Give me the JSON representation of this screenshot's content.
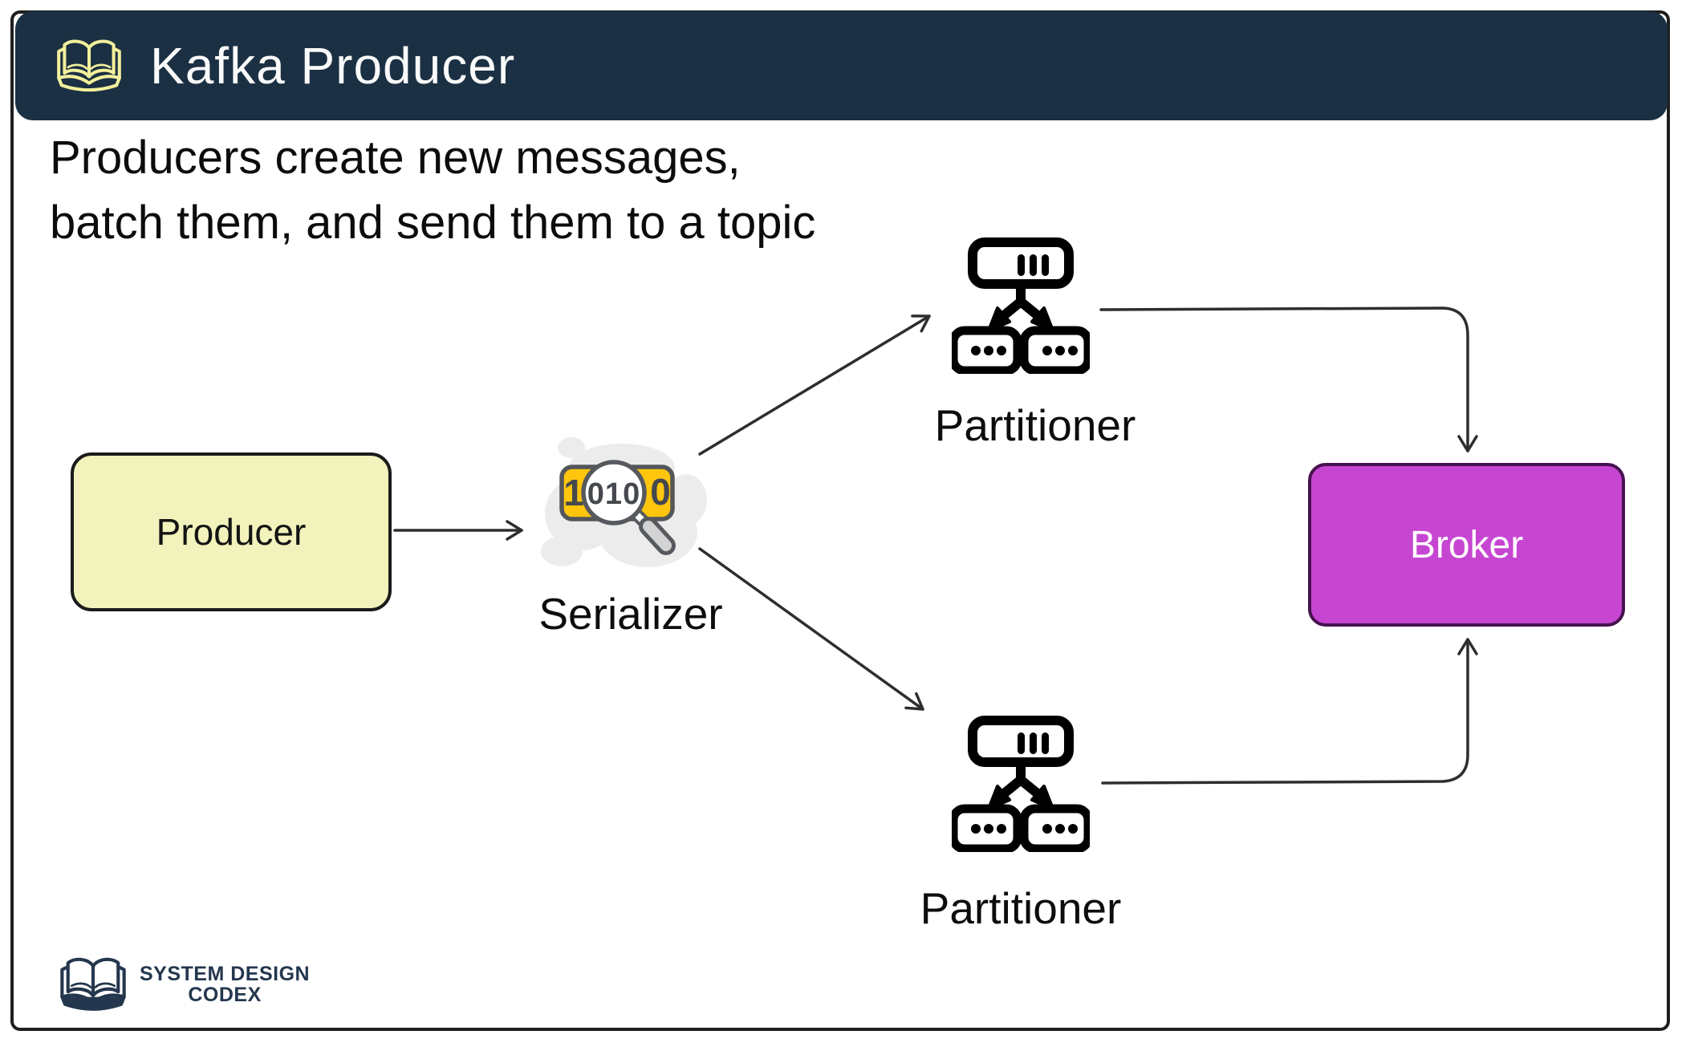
{
  "header": {
    "title": "Kafka Producer",
    "icon": "open-book-icon",
    "bg_color": "#1b3043",
    "icon_color": "#f3f09c",
    "title_color": "#fafafa"
  },
  "intro": {
    "line1": "Producers create new messages,",
    "line2": "batch them, and send them to a topic"
  },
  "nodes": {
    "producer": {
      "label": "Producer",
      "fill": "#f2f3bc",
      "border": "#1b1b1b"
    },
    "serializer": {
      "label": "Serializer",
      "bits_left": "1",
      "bits_center": "010",
      "bits_right": "0",
      "tag_fill": "#ffc60d",
      "blob_fill": "#ececec"
    },
    "partitioner_top": {
      "label": "Partitioner",
      "icon": "partition-tree-icon"
    },
    "partitioner_bottom": {
      "label": "Partitioner",
      "icon": "partition-tree-icon"
    },
    "broker": {
      "label": "Broker",
      "fill": "#c646d2",
      "border": "#47124f"
    }
  },
  "connections": [
    "producer-to-serializer",
    "serializer-to-partitioner-top",
    "serializer-to-partitioner-bottom",
    "partitioner-top-to-broker",
    "partitioner-bottom-to-broker"
  ],
  "footer": {
    "brand_line1": "SYSTEM DESIGN",
    "brand_line2": "CODEX",
    "icon": "open-book-icon",
    "color": "#24374e"
  }
}
